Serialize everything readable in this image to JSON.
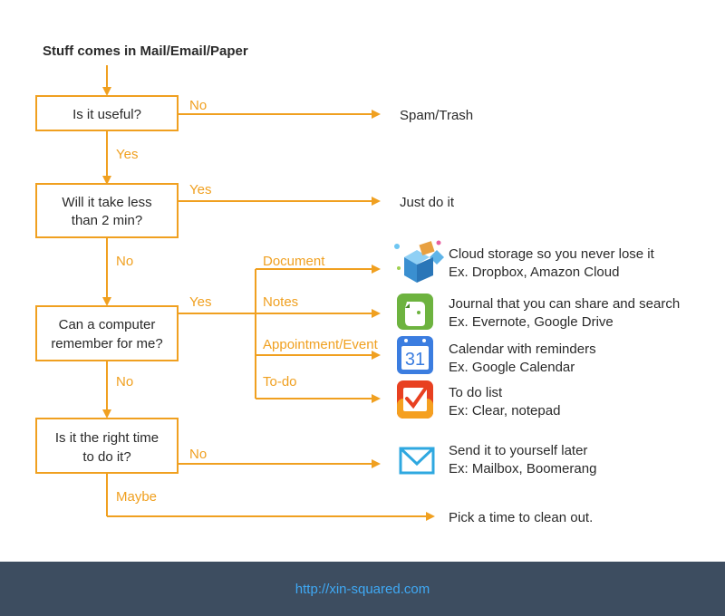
{
  "title": "Stuff comes in Mail/Email/Paper",
  "nodes": {
    "useful": [
      "Is it useful?"
    ],
    "lessthan2": [
      "Will it take less",
      "than 2 min?"
    ],
    "computer": [
      "Can a computer",
      "remember for me?"
    ],
    "righttime": [
      "Is it the right time",
      "to do it?"
    ]
  },
  "edges": {
    "useful_no": "No",
    "useful_yes": "Yes",
    "lessthan2_yes": "Yes",
    "lessthan2_no": "No",
    "computer_yes": "Yes",
    "computer_no": "No",
    "righttime_no": "No",
    "righttime_maybe": "Maybe",
    "document": "Document",
    "notes": "Notes",
    "appointment": "Appointment/Event",
    "todo": "To-do"
  },
  "outcomes": {
    "spam": "Spam/Trash",
    "justdo": "Just do it",
    "cloud": [
      "Cloud storage so you never lose it",
      "Ex. Dropbox, Amazon Cloud"
    ],
    "journal": [
      "Journal that you can share and search",
      "Ex. Evernote, Google Drive"
    ],
    "calendar": [
      "Calendar with reminders",
      "Ex. Google Calendar"
    ],
    "todolist": [
      "To do list",
      "Ex: Clear, notepad"
    ],
    "sendlater": [
      "Send it to yourself later",
      "Ex: Mailbox, Boomerang"
    ],
    "pick": "Pick a time to clean out."
  },
  "icons": {
    "cloud": "dropbox-icon",
    "journal": "evernote-icon",
    "calendar": "google-calendar-icon",
    "calendar_number": "31",
    "todolist": "clear-app-icon",
    "sendlater": "mailbox-icon"
  },
  "colors": {
    "flow": "#f0a020",
    "footer_bg": "#3d4d60",
    "link": "#3fa9f5"
  },
  "footer": {
    "link": "http://xin-squared.com"
  }
}
